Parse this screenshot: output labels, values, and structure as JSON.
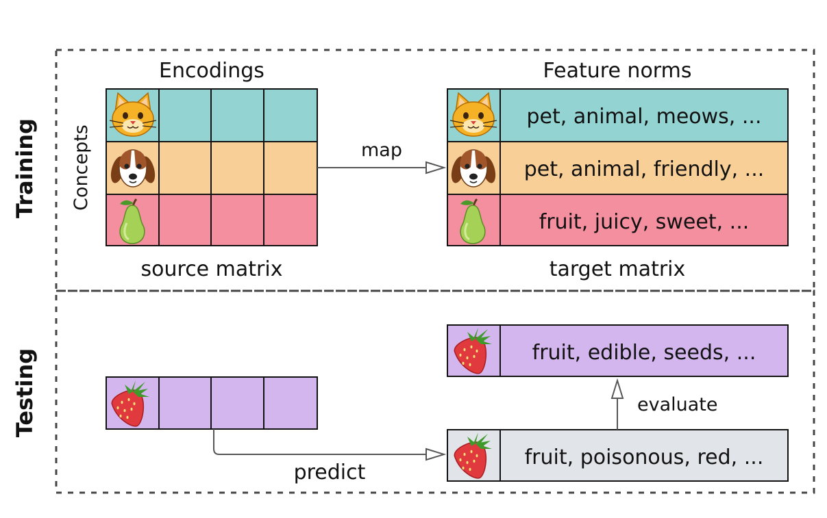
{
  "colors": {
    "cat_row": "#93d4d2",
    "dog_row": "#f7cf97",
    "pear_row": "#f48f9f",
    "strawberry_row": "#d4b6ee",
    "predicted_row": "#e1e4e8"
  },
  "training": {
    "section_label": "Training",
    "encodings_title": "Encodings",
    "concepts_label": "Concepts",
    "source_caption": "source matrix",
    "feature_title": "Feature norms",
    "target_caption": "target matrix",
    "map_label": "map",
    "rows": [
      {
        "icon": "cat-face-icon",
        "features": "pet, animal, meows, ..."
      },
      {
        "icon": "dog-face-icon",
        "features": "pet, animal, friendly, ..."
      },
      {
        "icon": "pear-icon",
        "features": "fruit, juicy, sweet, ..."
      }
    ]
  },
  "testing": {
    "section_label": "Testing",
    "test_row": {
      "icon": "strawberry-icon"
    },
    "target_features": "fruit, edible, seeds, ...",
    "predicted_features": "fruit, poisonous, red, ...",
    "predict_label": "predict",
    "evaluate_label": "evaluate"
  }
}
